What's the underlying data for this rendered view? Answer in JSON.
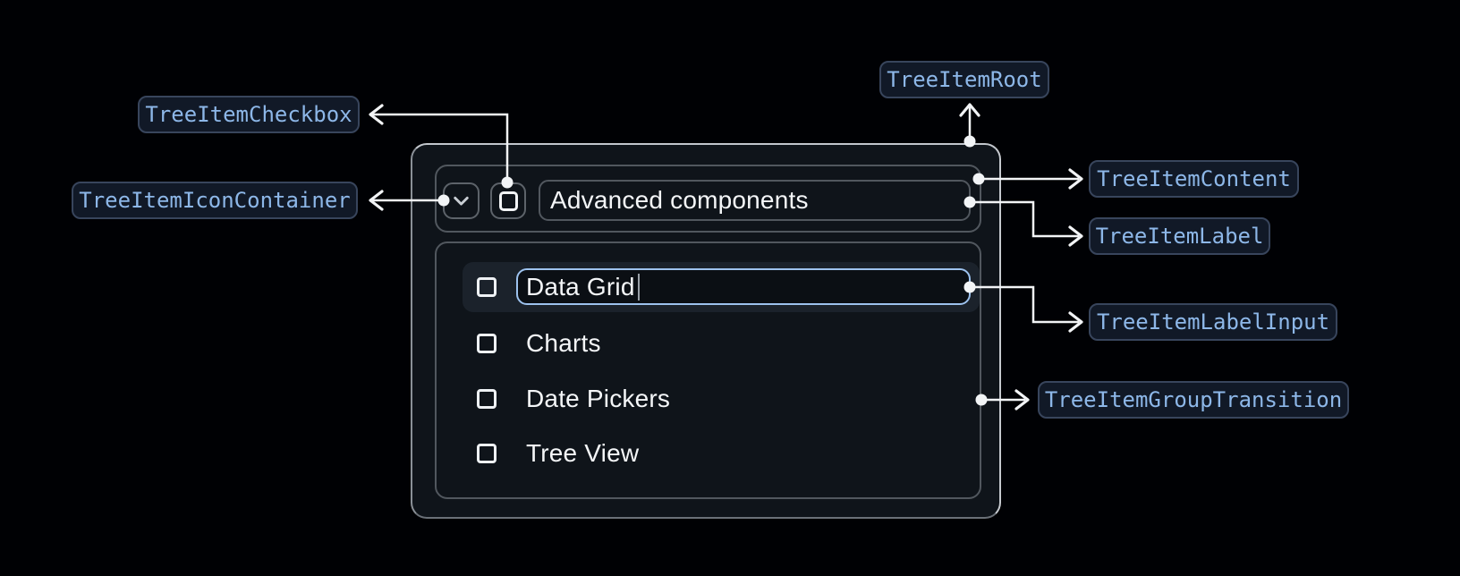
{
  "badges": {
    "root": "TreeItemRoot",
    "checkbox": "TreeItemCheckbox",
    "icon_container": "TreeItemIconContainer",
    "content": "TreeItemContent",
    "label": "TreeItemLabel",
    "label_input": "TreeItemLabelInput",
    "group_transition": "TreeItemGroupTransition"
  },
  "tree": {
    "parent": {
      "label": "Advanced components",
      "expanded": true,
      "checked": false
    },
    "children": [
      {
        "label": "Data Grid",
        "editing": true,
        "checked": false
      },
      {
        "label": "Charts",
        "editing": false,
        "checked": false
      },
      {
        "label": "Date Pickers",
        "editing": false,
        "checked": false
      },
      {
        "label": "Tree View",
        "editing": false,
        "checked": false
      }
    ]
  },
  "colors": {
    "background": "#000104",
    "panel_background": "#0f141a",
    "row_highlight": "#1b222b",
    "input_border": "#9dc2ee",
    "badge_text": "#8db7e8",
    "badge_border": "#38455c",
    "connector": "#f2f4f6",
    "text": "#f4f6f8"
  }
}
